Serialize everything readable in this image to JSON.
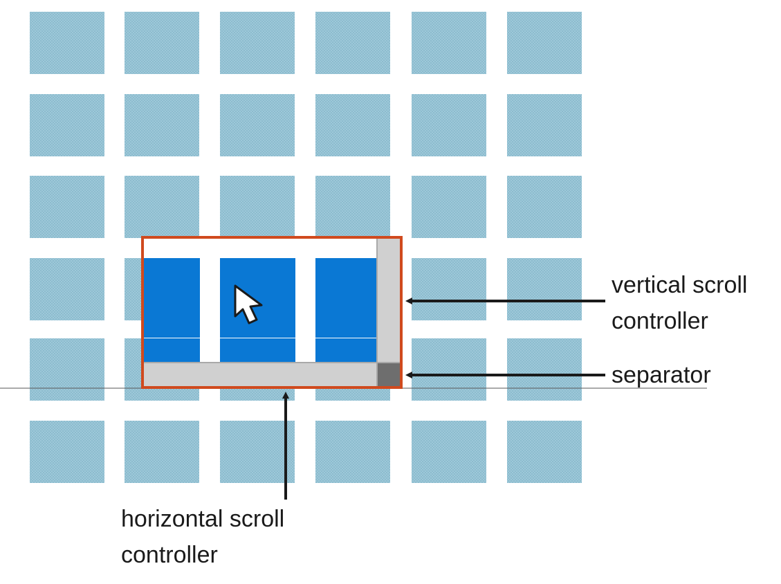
{
  "labels": {
    "vertical_line1": "vertical scroll",
    "vertical_line2": "controller",
    "separator": "separator",
    "horizontal_line1": "horizontal scroll",
    "horizontal_line2": "controller"
  },
  "grid": {
    "rows": 6,
    "cols": 6
  },
  "colors": {
    "tile": "#9ec8d9",
    "tile_dot": "#7fb3c7",
    "viewport_fill": "#0a78d4",
    "viewport_border": "#d04a1e",
    "scrollbar": "#d0d0d0",
    "scrollbar_edge": "#a9a9a9",
    "separator": "#6e6e6e",
    "arrow": "#1a1a1a"
  },
  "icons": {
    "cursor": "mouse-pointer-icon"
  }
}
